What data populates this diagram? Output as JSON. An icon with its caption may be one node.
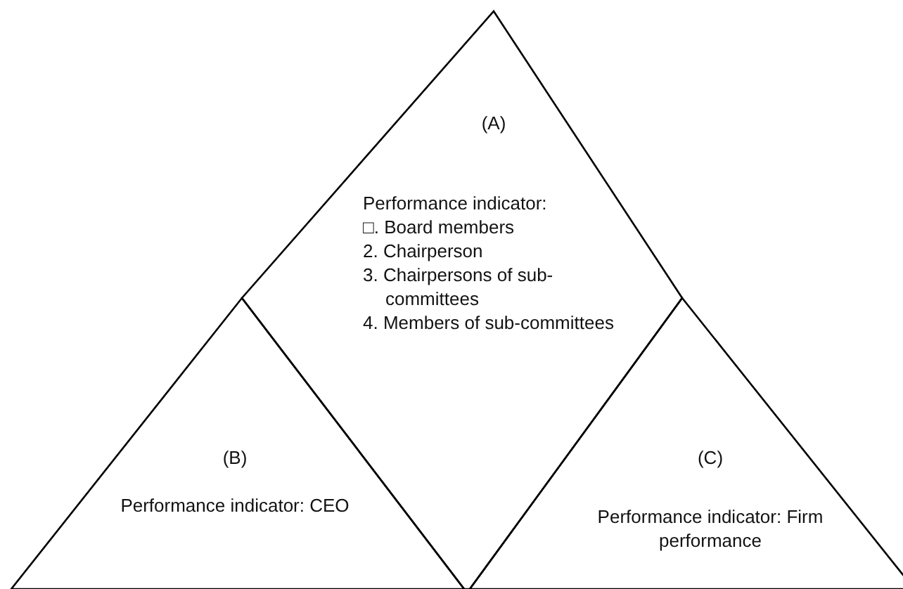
{
  "diagram": {
    "nodes": [
      {
        "text": [
          "(A)",
          "Performance indicator:",
          "□. Board members",
          "2. Chairperson",
          "3. Chairpersons of sub-committees",
          "4. Members of sub-committees"
        ]
      },
      {
        "text": [
          "(B)",
          "Performance indicator: CEO"
        ]
      },
      {
        "text": [
          "(C)",
          "Performance indicator: Firm performance"
        ]
      }
    ]
  }
}
